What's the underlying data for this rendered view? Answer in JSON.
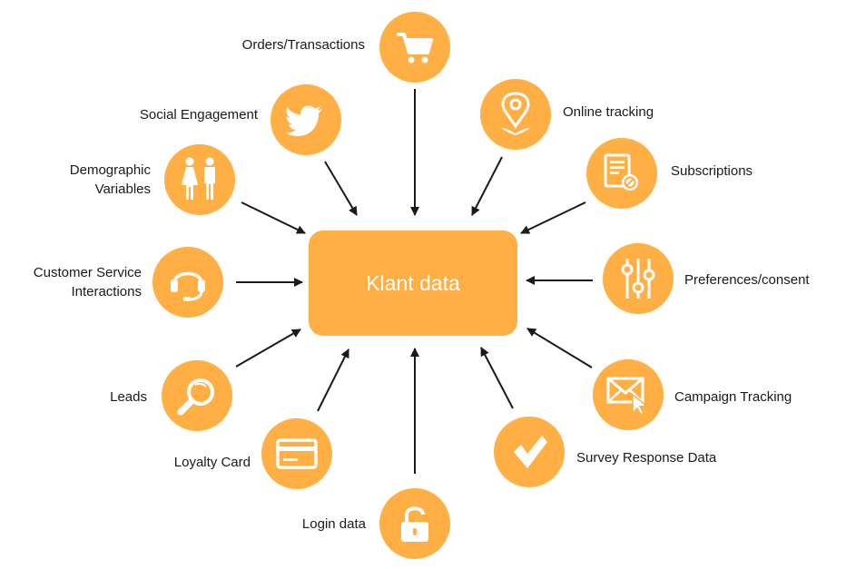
{
  "center": {
    "label": "Klant data"
  },
  "colors": {
    "accent": "#FFAF43",
    "icon": "#ffffff",
    "arrow": "#1a1a1a"
  },
  "nodes": {
    "orders": {
      "label": "Orders/Transactions",
      "icon": "shopping-cart-icon"
    },
    "social": {
      "label": "Social Engagement",
      "icon": "twitter-bird-icon"
    },
    "demographic": {
      "label_line1": "Demographic",
      "label_line2": "Variables",
      "icon": "man-woman-icon"
    },
    "customer_service": {
      "label_line1": "Customer Service",
      "label_line2": "Interactions",
      "icon": "headset-icon"
    },
    "leads": {
      "label": "Leads",
      "icon": "magnifier-icon"
    },
    "loyalty": {
      "label": "Loyalty Card",
      "icon": "credit-card-icon"
    },
    "login": {
      "label": "Login data",
      "icon": "unlocked-padlock-icon"
    },
    "online": {
      "label": "Online tracking",
      "icon": "map-pin-icon"
    },
    "subscriptions": {
      "label": "Subscriptions",
      "icon": "document-cancel-icon"
    },
    "preferences": {
      "label": "Preferences/consent",
      "icon": "sliders-icon"
    },
    "campaign": {
      "label": "Campaign Tracking",
      "icon": "envelope-cursor-icon"
    },
    "survey": {
      "label": "Survey Response Data",
      "icon": "checkmark-icon"
    }
  }
}
